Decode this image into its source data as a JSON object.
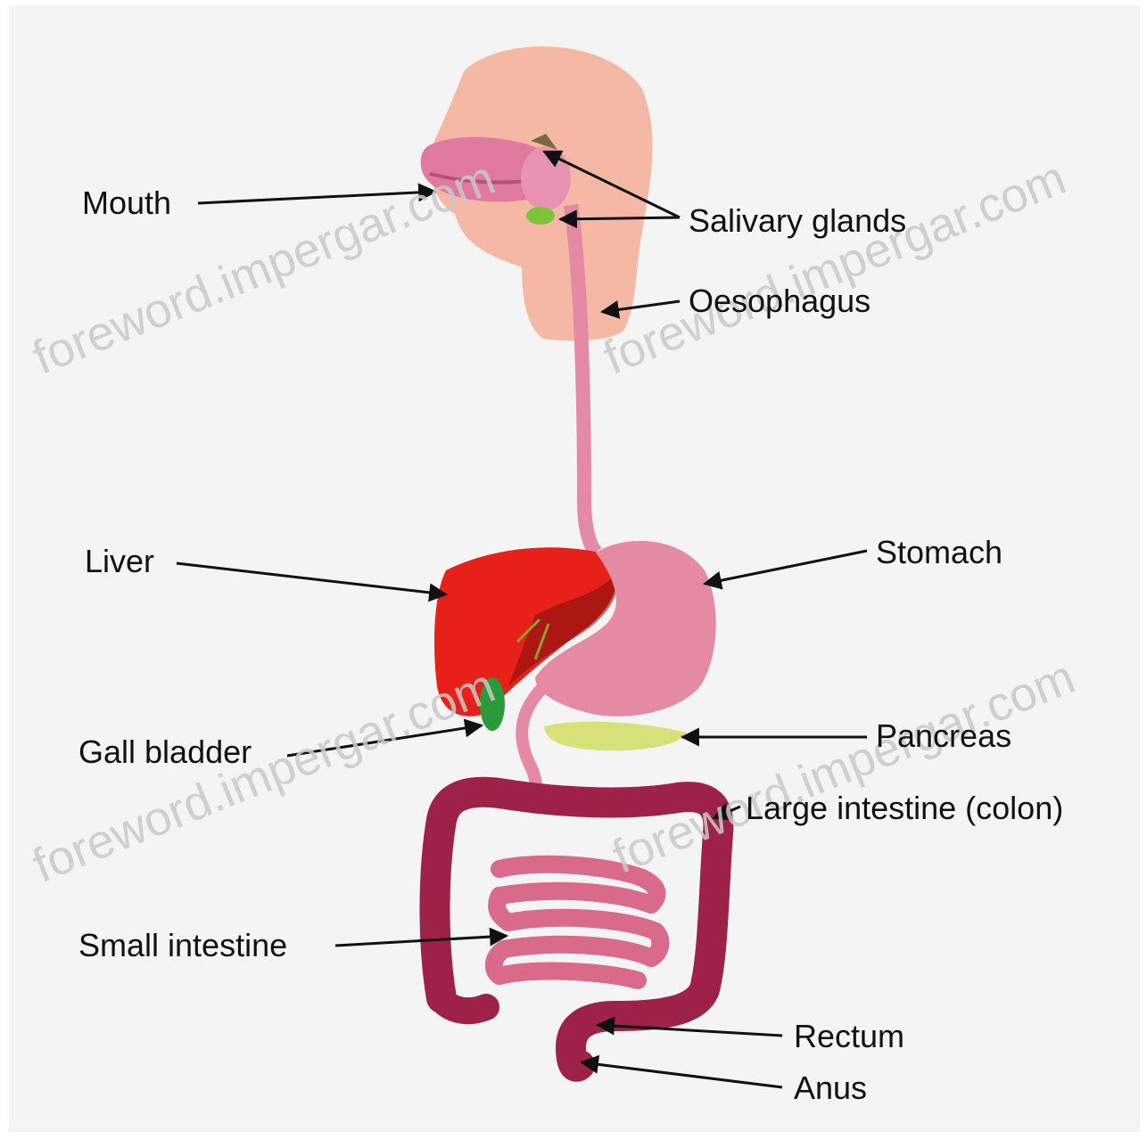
{
  "labels": {
    "mouth": "Mouth",
    "salivary_glands": "Salivary glands",
    "oesophagus": "Oesophagus",
    "liver": "Liver",
    "stomach": "Stomach",
    "gall_bladder": "Gall bladder",
    "pancreas": "Pancreas",
    "large_intestine": "Large intestine (colon)",
    "small_intestine": "Small intestine",
    "rectum": "Rectum",
    "anus": "Anus"
  },
  "watermark": "foreword.impergar.com",
  "colors": {
    "skin": "#f4b8a4",
    "liver": "#e8201a",
    "stomach": "#e58aa3",
    "colon": "#9e2248",
    "small_intestine": "#d96a8a",
    "pancreas": "#d8e07a",
    "gall_bladder": "#2a9a3a",
    "mouth": "#e07aa0"
  }
}
